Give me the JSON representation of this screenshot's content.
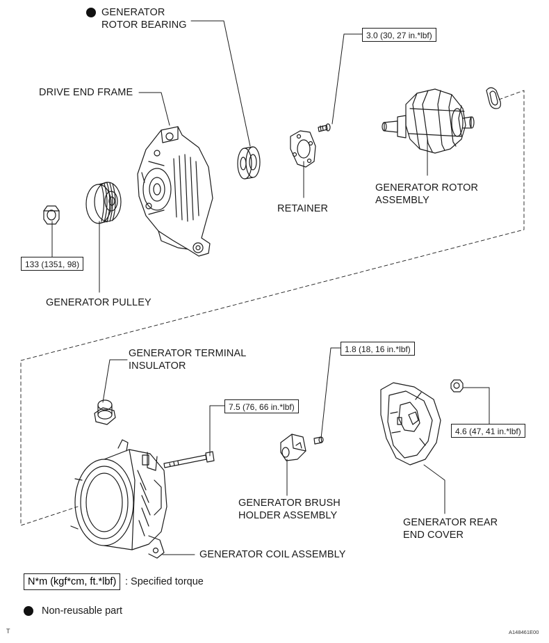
{
  "labels": {
    "rotor_bearing": "GENERATOR\nROTOR BEARING",
    "drive_end_frame": "DRIVE END FRAME",
    "retainer": "RETAINER",
    "rotor_assembly": "GENERATOR ROTOR\nASSEMBLY",
    "pulley": "GENERATOR PULLEY",
    "terminal_insulator": "GENERATOR TERMINAL\nINSULATOR",
    "brush_holder": "GENERATOR BRUSH\nHOLDER ASSEMBLY",
    "rear_end_cover": "GENERATOR REAR\nEND COVER",
    "coil_assembly": "GENERATOR COIL ASSEMBLY"
  },
  "torques": {
    "retainer_screw": "3.0 (30, 27 in.*lbf)",
    "pulley_nut": "133 (1351, 98)",
    "brush_screw": "1.8 (18, 16 in.*lbf)",
    "bolt": "7.5 (76, 66 in.*lbf)",
    "rear_nut": "4.6 (47, 41 in.*lbf)"
  },
  "legend": {
    "unit_box": "N*m (kgf*cm, ft.*lbf)",
    "unit_text": ": Specified torque",
    "nonreusable_text": "Non-reusable part"
  },
  "footer": {
    "left_mark": "T",
    "figure_id": "A148461E00"
  },
  "colors": {
    "ink": "#1a1a1a",
    "background": "#ffffff"
  }
}
